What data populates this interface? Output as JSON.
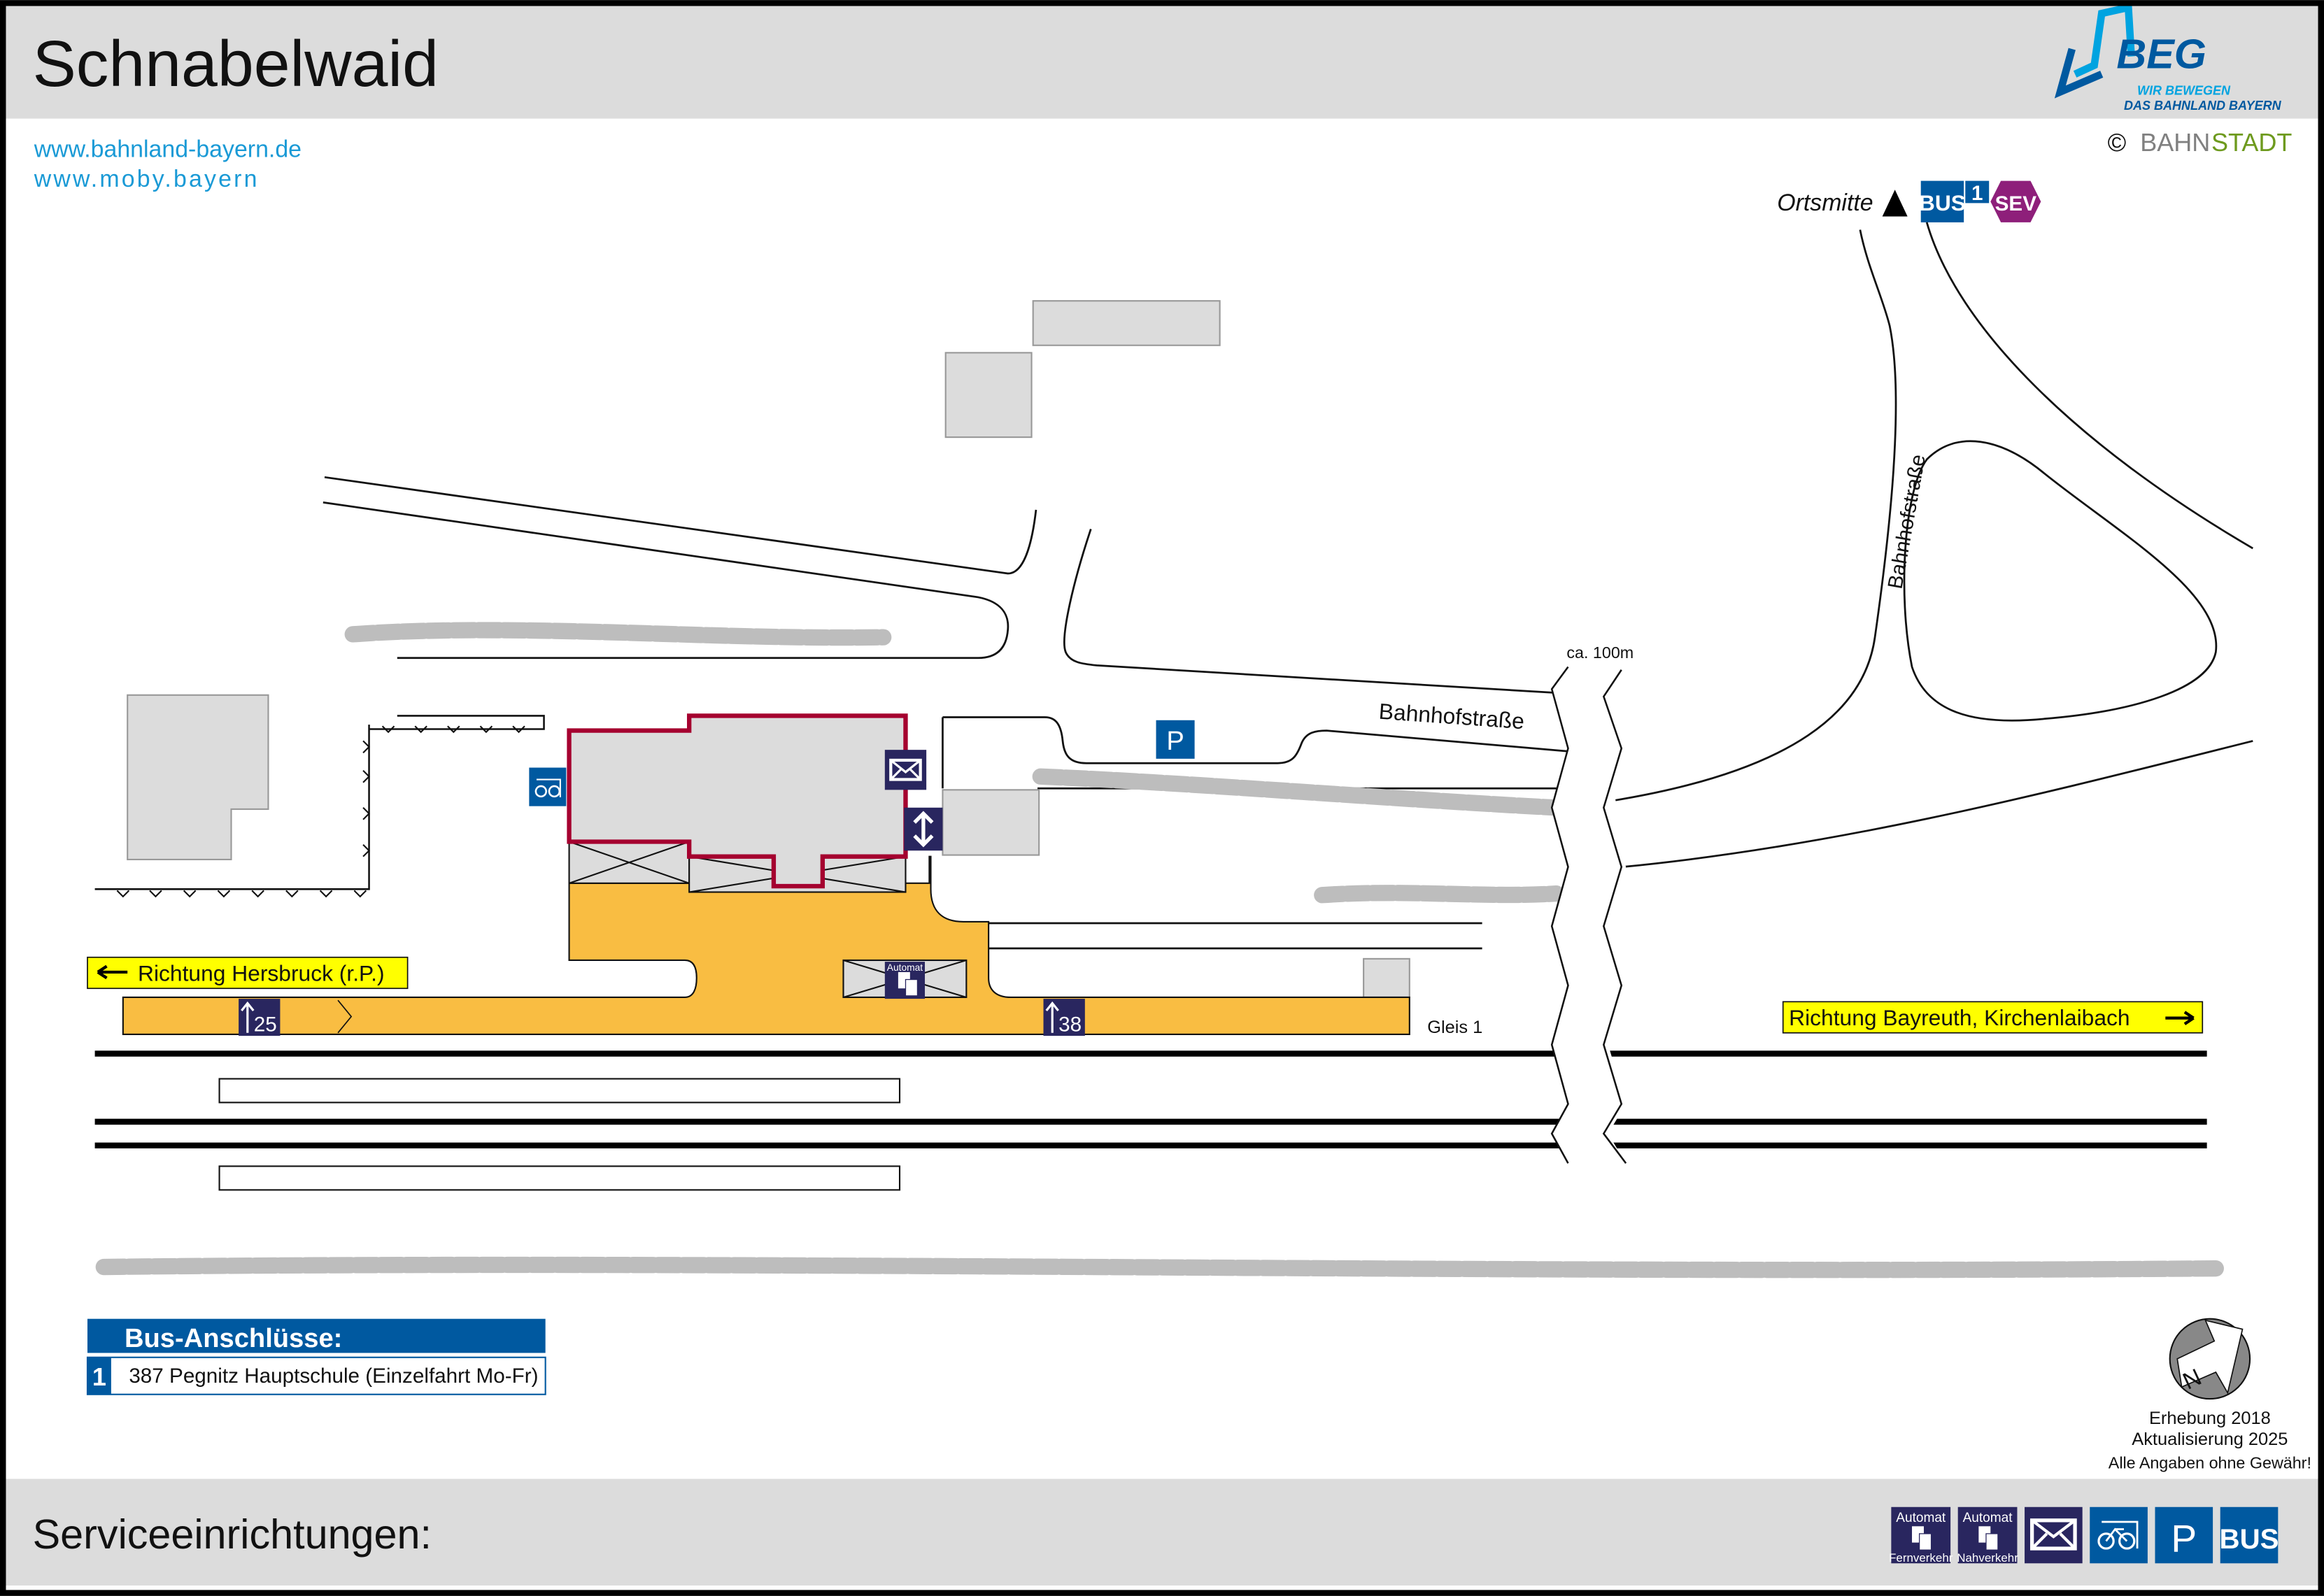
{
  "header": {
    "title": "Schnabelwaid"
  },
  "logo": {
    "brand": "BEG",
    "tagline1": "WIR BEWEGEN",
    "tagline2": "DAS BAHNLAND BAYERN",
    "copyright_symbol": "©",
    "credit_a": "BAHN",
    "credit_b": "STADT"
  },
  "links": [
    "www.bahnland-bayern.de",
    "www.moby.bayern"
  ],
  "map": {
    "ortsmitte": "Ortsmitte",
    "bus_label": "BUS",
    "bus_number": "1",
    "sev_label": "SEV",
    "street_1": "Bahnhofstraße",
    "street_2": "Bahnhofstraße",
    "distance": "ca. 100m",
    "parking": "P",
    "direction_west": "Richtung Hersbruck (r.P.)",
    "direction_east": "Richtung Bayreuth, Kirchenlaibach",
    "track": "Gleis 1",
    "platform_height_1": "25",
    "platform_height_2": "38",
    "ticket_machine": "Automat"
  },
  "bus_connections": {
    "title": "Bus-Anschlüsse:",
    "rows": [
      {
        "number": "1",
        "text": "387 Pegnitz Hauptschule (Einzelfahrt Mo-Fr)"
      }
    ]
  },
  "info": {
    "survey": "Erhebung 2018",
    "update": "Aktualisierung 2025",
    "disclaimer": "Alle Angaben ohne Gewähr!",
    "north": "N"
  },
  "footer": {
    "title": "Serviceeinrichtungen:",
    "services": [
      {
        "icon": "ticket-machine-long-distance-icon",
        "top": "Automat",
        "bottom": "Fernverkehr"
      },
      {
        "icon": "ticket-machine-regional-icon",
        "top": "Automat",
        "bottom": "Nahverkehr"
      },
      {
        "icon": "mailbox-icon"
      },
      {
        "icon": "bicycle-parking-icon"
      },
      {
        "icon": "parking-icon",
        "label": "P"
      },
      {
        "icon": "bus-icon",
        "label": "BUS"
      }
    ]
  },
  "colors": {
    "navy": "#29265f",
    "blue": "#0059a0",
    "light_blue": "#00a3e0",
    "platform": "#f9bd42",
    "building": "#dcdcdc",
    "station_outline": "#a5002f",
    "sev": "#8e1f7a",
    "yellow": "#ffff00",
    "green": "#6e9a1e"
  }
}
